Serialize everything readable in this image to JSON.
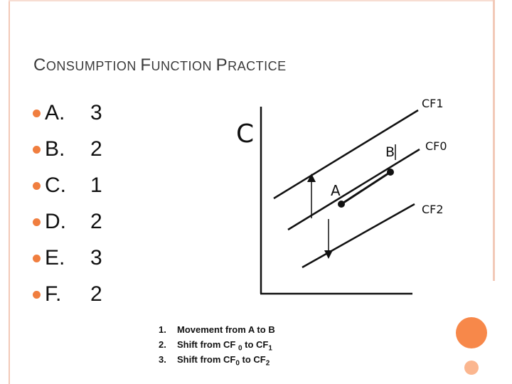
{
  "slide": {
    "title_words": [
      {
        "cap": "C",
        "rest": "ONSUMPTION"
      },
      {
        "cap": "F",
        "rest": "UNCTION"
      },
      {
        "cap": "P",
        "rest": "RACTICE"
      }
    ],
    "answers": [
      {
        "letter": "A.",
        "value": "3"
      },
      {
        "letter": "B.",
        "value": "2"
      },
      {
        "letter": "C.",
        "value": "1"
      },
      {
        "letter": "D.",
        "value": "2"
      },
      {
        "letter": "E.",
        "value": "3"
      },
      {
        "letter": "F.",
        "value": "2"
      }
    ],
    "graph": {
      "axis_label": "C",
      "curve_labels": {
        "cf1": "CF1",
        "cf0": "CF0",
        "cf2": "CF2"
      },
      "point_labels": {
        "a": "A",
        "b": "B"
      }
    },
    "notes": [
      {
        "num": "1.",
        "parts": [
          {
            "t": "Movement from A to B"
          }
        ]
      },
      {
        "num": "2.",
        "parts": [
          {
            "t": "Shift from CF "
          },
          {
            "sub": "0"
          },
          {
            "t": " to CF"
          },
          {
            "sub": "1"
          }
        ]
      },
      {
        "num": "3.",
        "parts": [
          {
            "t": "Shift from CF"
          },
          {
            "sub": "0"
          },
          {
            "t": " to CF"
          },
          {
            "sub": "2"
          }
        ]
      }
    ],
    "colors": {
      "accent": "#f07e3f",
      "accent_light": "#fbb68f",
      "frame": "#f2c9b8"
    }
  }
}
